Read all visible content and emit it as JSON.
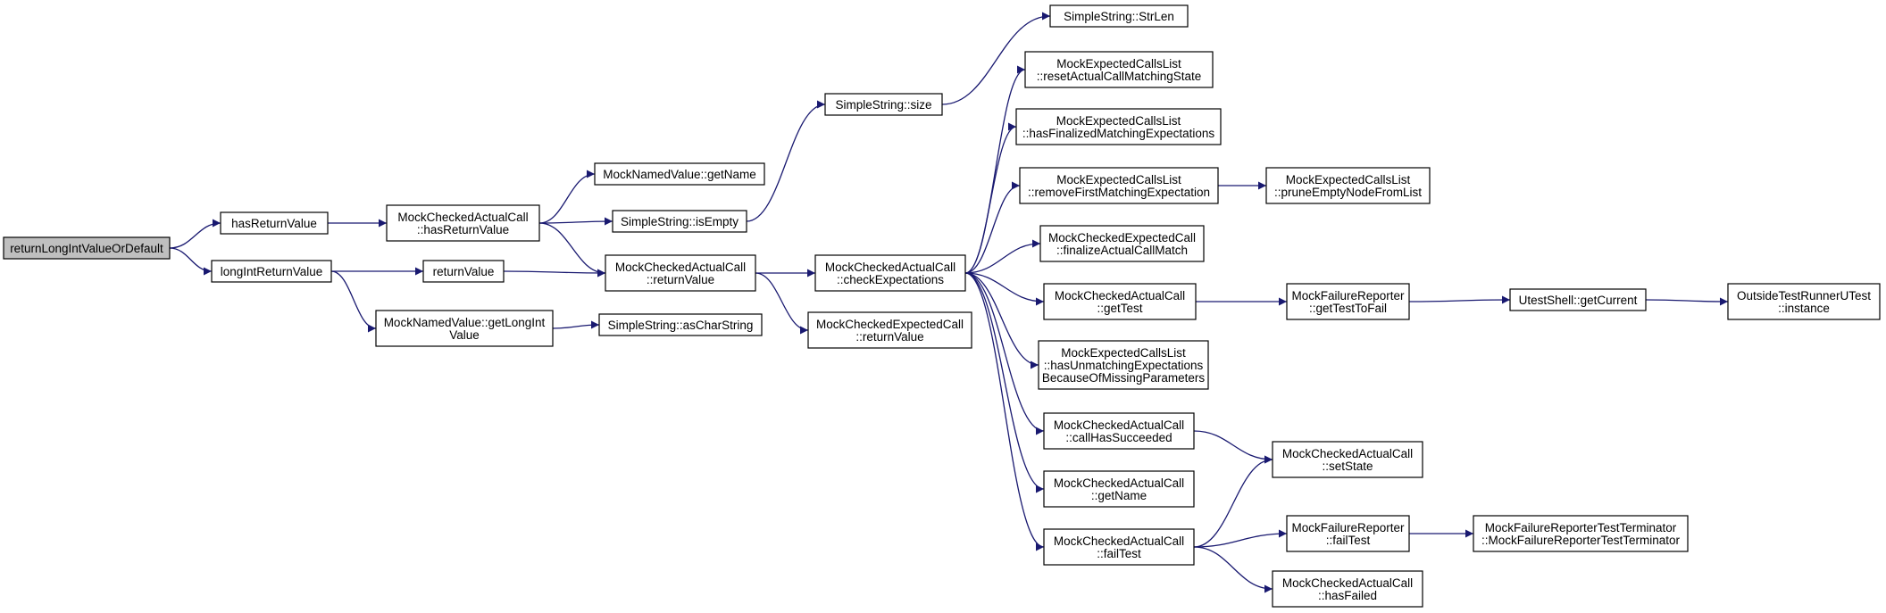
{
  "colors": {
    "node_fill": "#ffffff",
    "root_fill": "#bfbfbf",
    "node_border": "#000000",
    "edge": "#191970"
  },
  "nodes": {
    "root": [
      "returnLongIntValueOrDefault"
    ],
    "hasReturnValue": [
      "hasReturnValue"
    ],
    "longIntReturnValue": [
      "longIntReturnValue"
    ],
    "mcacHasReturnValue": [
      "MockCheckedActualCall",
      "::hasReturnValue"
    ],
    "returnValue": [
      "returnValue"
    ],
    "mnvGetLongInt": [
      "MockNamedValue::getLongInt",
      "Value"
    ],
    "mnvGetName": [
      "MockNamedValue::getName"
    ],
    "ssIsEmpty": [
      "SimpleString::isEmpty"
    ],
    "mcacReturnValue": [
      "MockCheckedActualCall",
      "::returnValue"
    ],
    "ssAsCharString": [
      "SimpleString::asCharString"
    ],
    "ssSize": [
      "SimpleString::size"
    ],
    "mcacCheckExpectations": [
      "MockCheckedActualCall",
      "::checkExpectations"
    ],
    "mcecReturnValue": [
      "MockCheckedExpectedCall",
      "::returnValue"
    ],
    "ssStrLen": [
      "SimpleString::StrLen"
    ],
    "meclReset": [
      "MockExpectedCallsList",
      "::resetActualCallMatchingState"
    ],
    "meclHasFinalized": [
      "MockExpectedCallsList",
      "::hasFinalizedMatchingExpectations"
    ],
    "meclRemoveFirst": [
      "MockExpectedCallsList",
      "::removeFirstMatchingExpectation"
    ],
    "mcecFinalize": [
      "MockCheckedExpectedCall",
      "::finalizeActualCallMatch"
    ],
    "mcacGetTest": [
      "MockCheckedActualCall",
      "::getTest"
    ],
    "meclHasUnmatching": [
      "MockExpectedCallsList",
      "::hasUnmatchingExpectations",
      "BecauseOfMissingParameters"
    ],
    "mcacCallHasSucceeded": [
      "MockCheckedActualCall",
      "::callHasSucceeded"
    ],
    "mcacGetName": [
      "MockCheckedActualCall",
      "::getName"
    ],
    "mcacFailTest": [
      "MockCheckedActualCall",
      "::failTest"
    ],
    "meclPrune": [
      "MockExpectedCallsList",
      "::pruneEmptyNodeFromList"
    ],
    "mfrGetTestToFail": [
      "MockFailureReporter",
      "::getTestToFail"
    ],
    "mcacSetState": [
      "MockCheckedActualCall",
      "::setState"
    ],
    "mfrFailTest": [
      "MockFailureReporter",
      "::failTest"
    ],
    "mcacHasFailed": [
      "MockCheckedActualCall",
      "::hasFailed"
    ],
    "usGetCurrent": [
      "UtestShell::getCurrent"
    ],
    "otrInstance": [
      "OutsideTestRunnerUTest",
      "::instance"
    ],
    "mfrttCtor": [
      "MockFailureReporterTestTerminator",
      "::MockFailureReporterTestTerminator"
    ]
  }
}
